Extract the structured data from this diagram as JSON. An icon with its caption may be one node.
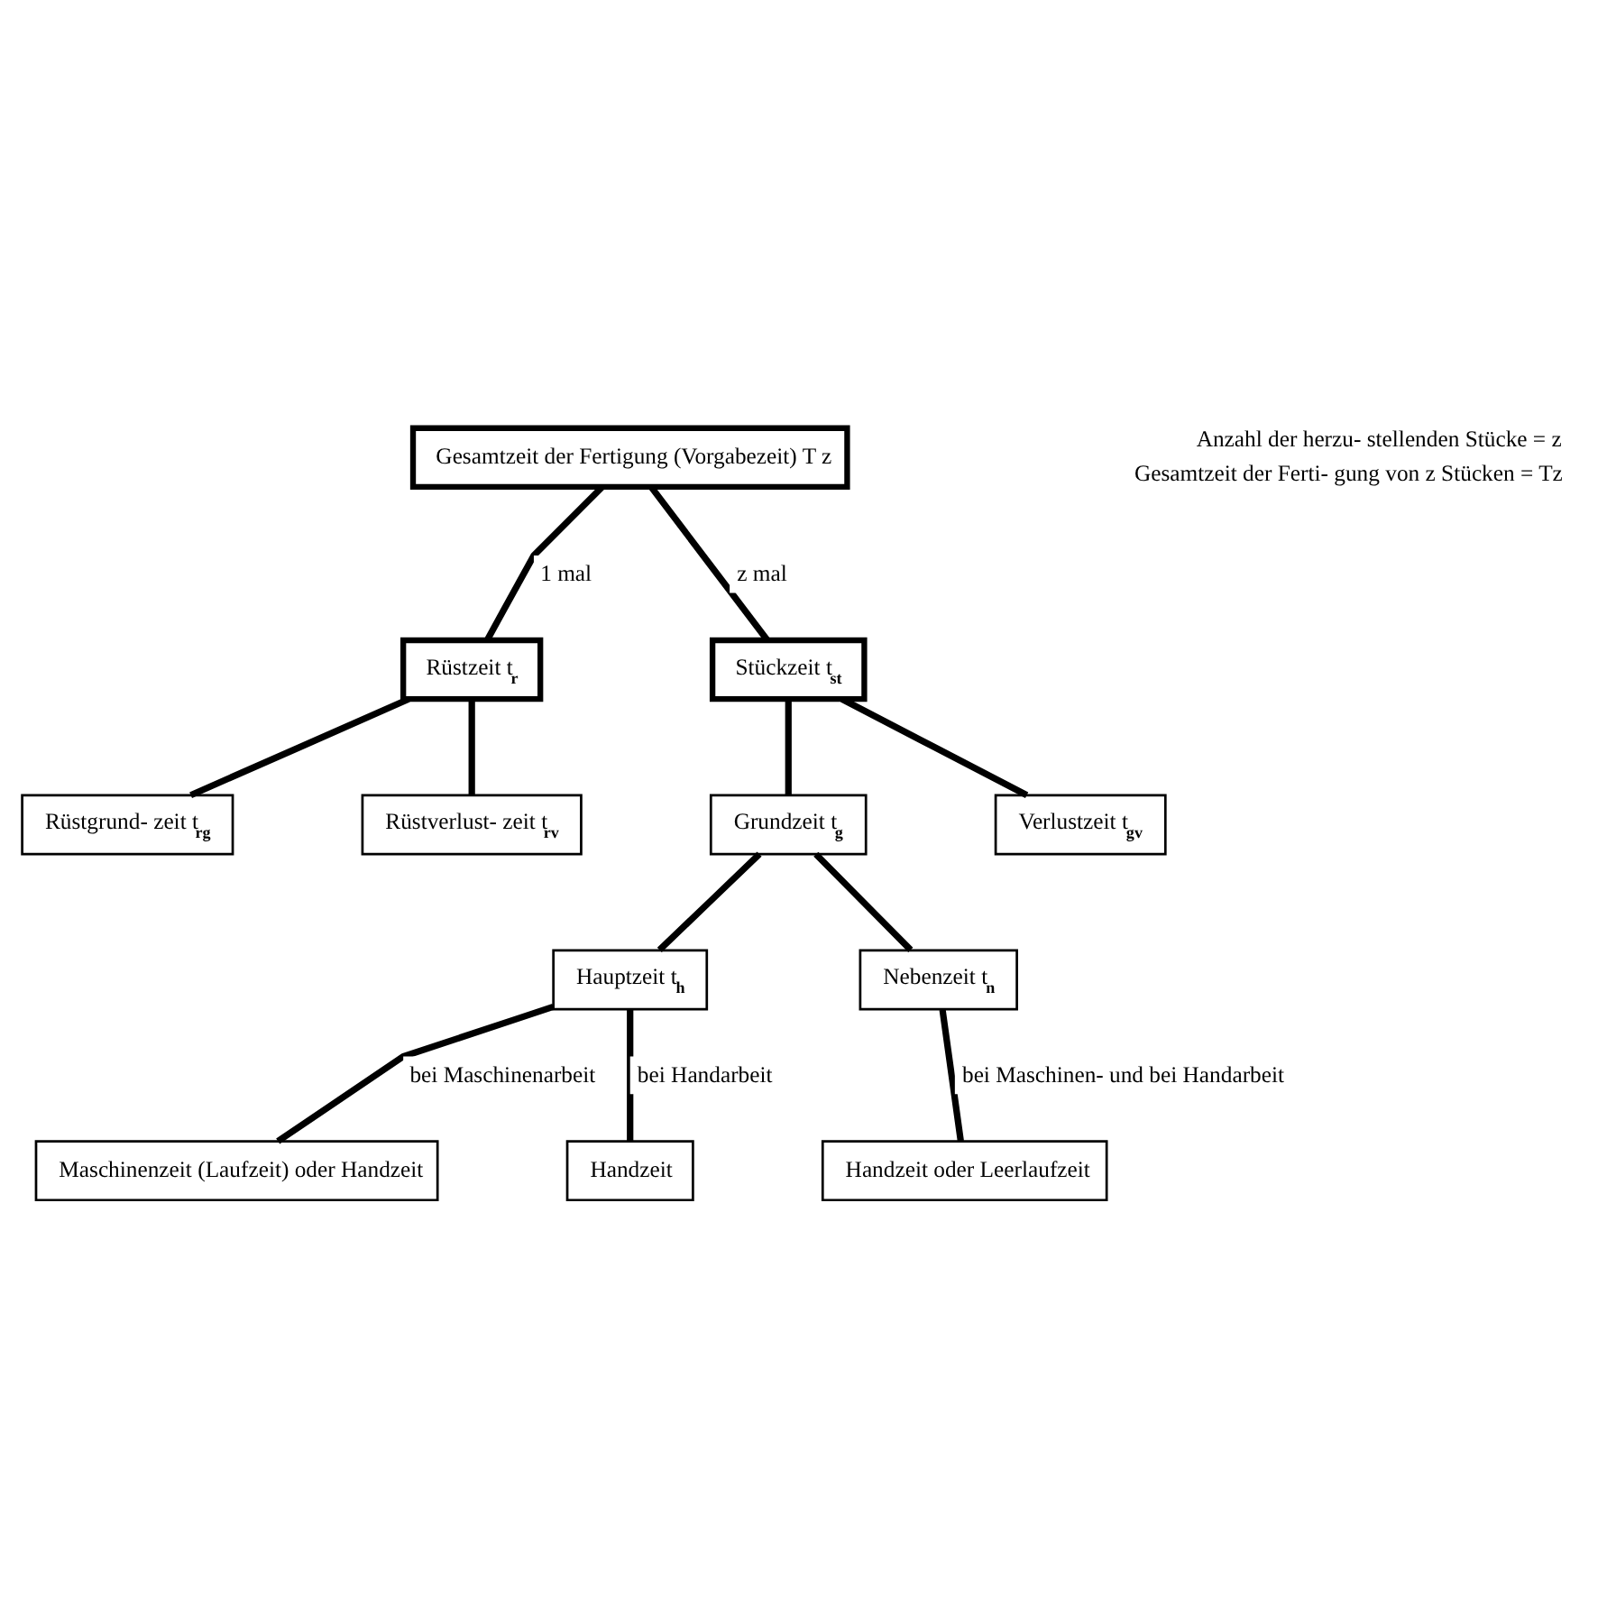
{
  "diagram": {
    "nodes": [
      {
        "text": [
          "Gesamtzeit der Fertigung (Vorgabezeit) T z"
        ]
      },
      {
        "text": [
          "Rüstzeit t$_{r}$"
        ]
      },
      {
        "text": [
          "Stückzeit t$_{st}$"
        ]
      },
      {
        "text": [
          "Rüstgrund- zeit t$_{rg}$"
        ]
      },
      {
        "text": [
          "Rüstverlust- zeit t$_{rv}$"
        ]
      },
      {
        "text": [
          "Grundzeit t$_{g}$"
        ]
      },
      {
        "text": [
          "Verlustzeit t$_{gv}$"
        ]
      },
      {
        "text": [
          "Hauptzeit t$_{h}$"
        ]
      },
      {
        "text": [
          "Nebenzeit t$_{n}$"
        ]
      },
      {
        "text": [
          "Maschinenzeit (Laufzeit) oder Handzeit"
        ]
      },
      {
        "text": [
          "Handzeit"
        ]
      },
      {
        "text": [
          "Handzeit oder Leerlaufzeit"
        ]
      }
    ],
    "edges": [
      {
        "from": 0,
        "to": 1,
        "arrow": "none",
        "label": "1 mal"
      },
      {
        "from": 0,
        "to": 2,
        "arrow": "none",
        "label": "z mal"
      },
      {
        "from": 1,
        "to": 3,
        "arrow": "none"
      },
      {
        "from": 1,
        "to": 4,
        "arrow": "none"
      },
      {
        "from": 2,
        "to": 5,
        "arrow": "none"
      },
      {
        "from": 2,
        "to": 6,
        "arrow": "none"
      },
      {
        "from": 5,
        "to": 7,
        "arrow": "none"
      },
      {
        "from": 5,
        "to": 8,
        "arrow": "none"
      },
      {
        "from": 7,
        "to": 9,
        "arrow": "none",
        "label": "bei Maschinenarbeit"
      },
      {
        "from": 7,
        "to": 10,
        "arrow": "none",
        "label": "bei Handarbeit"
      },
      {
        "from": 8,
        "to": 11,
        "arrow": "none",
        "label": "bei Maschinen- und bei Handarbeit"
      }
    ],
    "labels": [
      "Anzahl der herzu- stellenden Stücke = z",
      "Gesamtzeit der Ferti- gung von z Stücken = Tz"
    ]
  }
}
